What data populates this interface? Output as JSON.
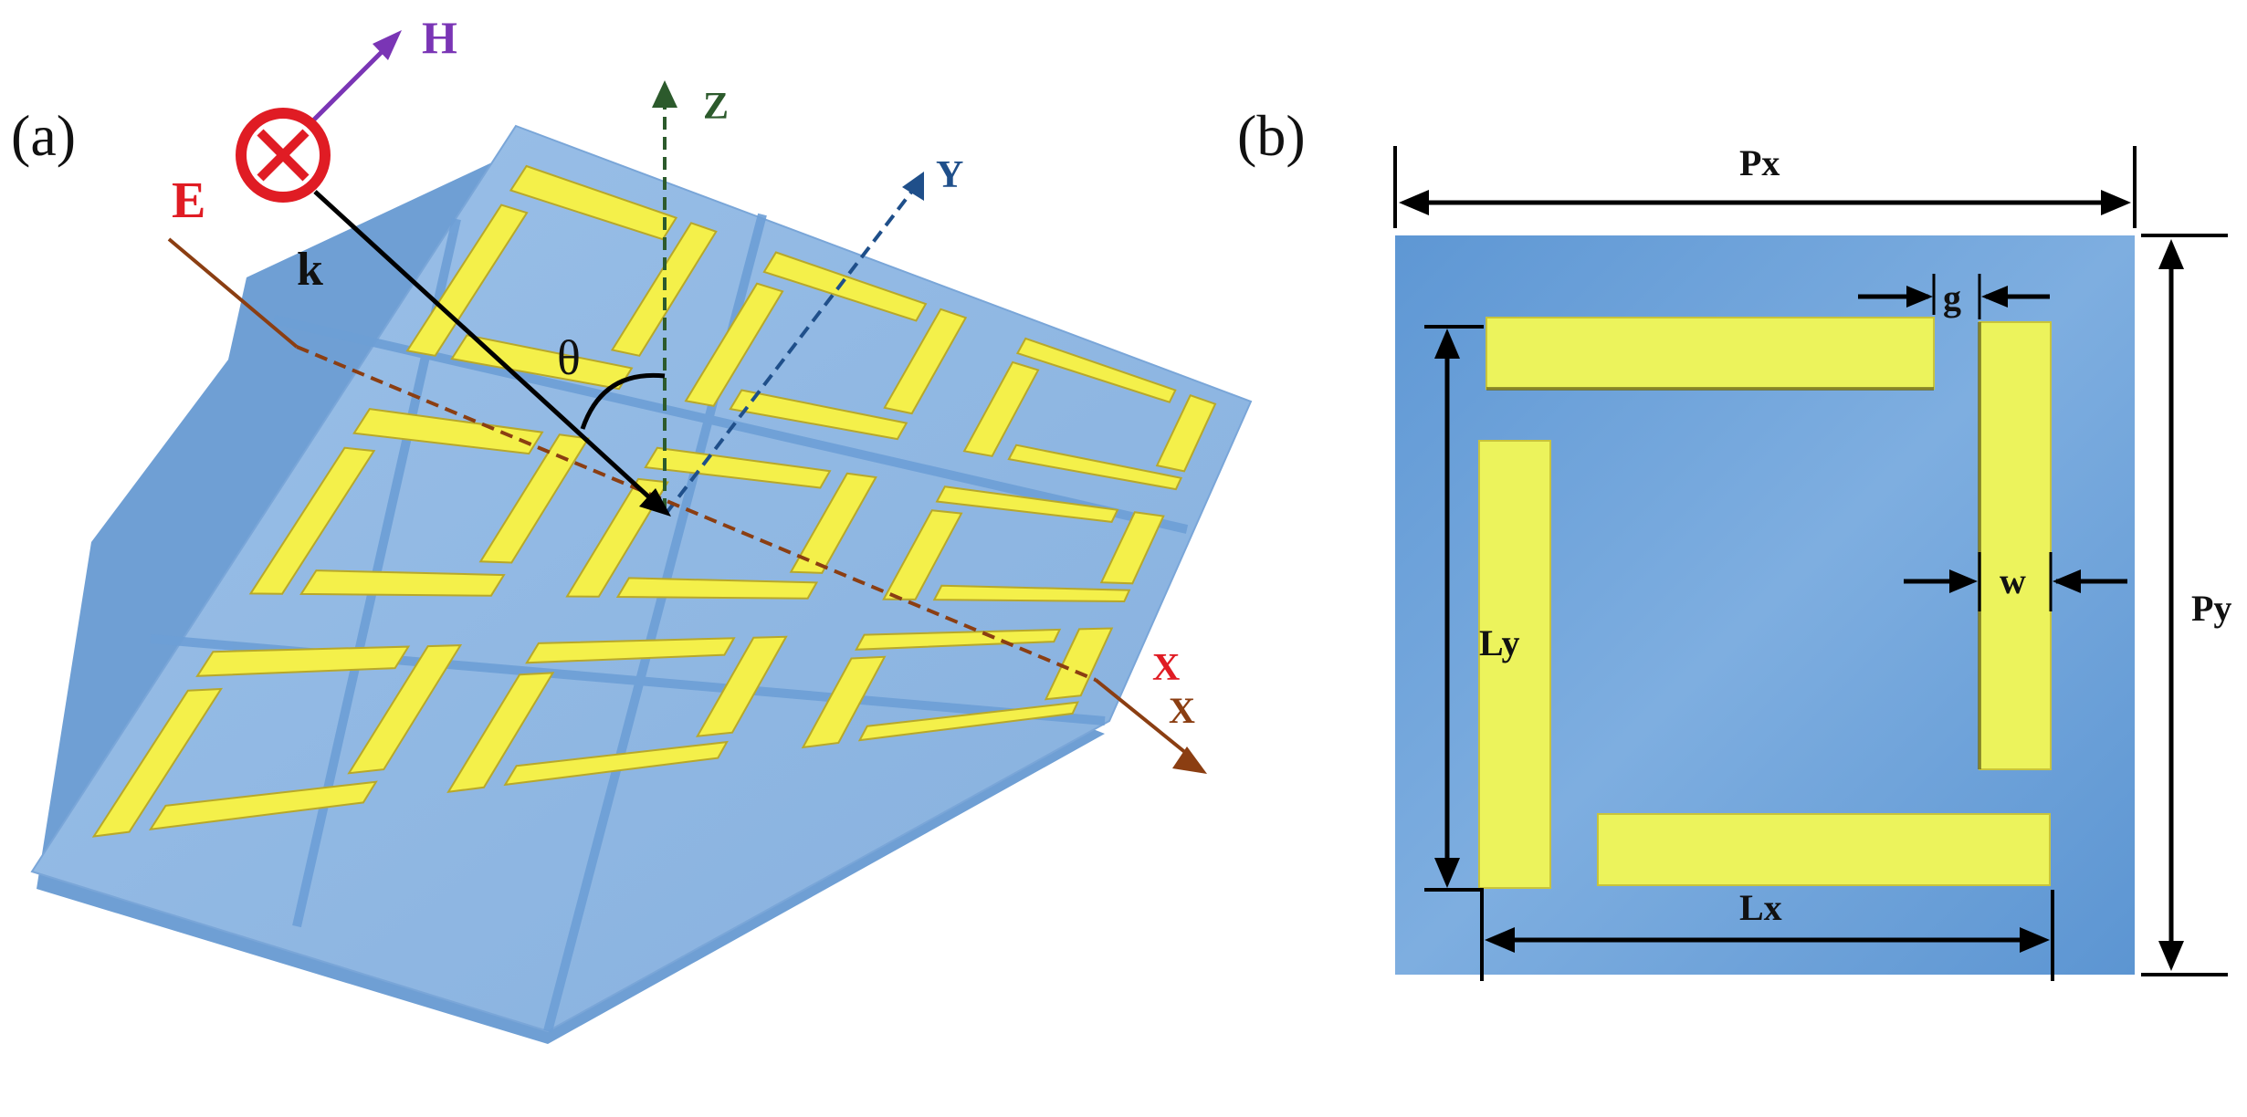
{
  "panel_a": {
    "label": "(a)",
    "field_labels": {
      "H": "H",
      "E": "E",
      "k": "k",
      "theta": "θ"
    },
    "axes": {
      "z": "Z",
      "y": "Y",
      "x_red": "X",
      "x_brown": "X"
    },
    "colors": {
      "H": "#7a35b5",
      "E": "#e01c24",
      "Z": "#2c5a2c",
      "Y": "#1f4f8a",
      "X_red": "#e01c24",
      "X_brown": "#8b3e12",
      "substrate": "#8fb6e2",
      "resonator": "#f4f04a"
    },
    "array": "3x3"
  },
  "panel_b": {
    "label": "(b)",
    "dimensions": {
      "px": "Px",
      "py": "Py",
      "lx": "Lx",
      "ly": "Ly",
      "g": "g",
      "w": "w"
    }
  }
}
